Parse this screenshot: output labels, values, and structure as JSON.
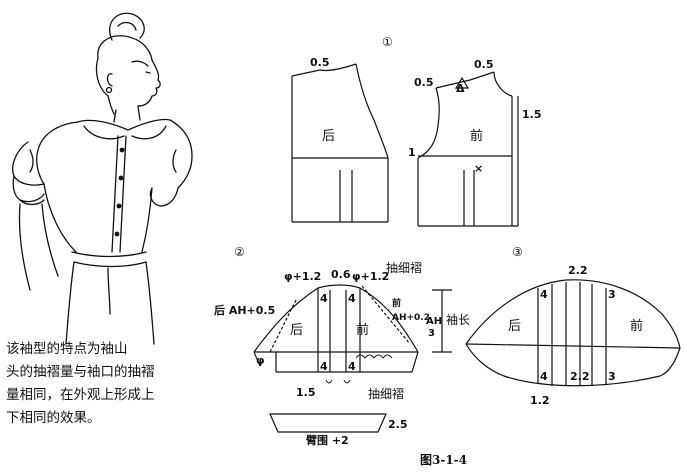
{
  "description_lines": [
    "该袖型的特点为袖山",
    "头的抽褶量与袖口的抽褶",
    "量相同，在外观上形成上",
    "下相同的效果。"
  ],
  "figure_caption": "图3-1-4",
  "panel1": {
    "marker": "①",
    "back_label": "后",
    "front_label": "前",
    "back_shoulder_offset": "0.5",
    "front_neck_offset": "0.5",
    "front_shoulder_offset": "0.5",
    "triangle_mark": "Δ",
    "center_front_ext": "1.5",
    "armhole_mark": "1",
    "point_mark": "×"
  },
  "panel2": {
    "marker": "②",
    "back_label": "后",
    "front_label": "前",
    "back_ah": "后 AH+0.5",
    "front_label_small": "前",
    "front_ah": "AH+0.2",
    "ah_label": "AH",
    "ah_fraction": "3",
    "sleeve_length": "袖长",
    "cap_left": "φ+1.2",
    "cap_mid": "0.6",
    "cap_right": "φ+1.2",
    "gather_top": "抽细褶",
    "gather_bottom": "抽细褶",
    "mark_4_tl": "4",
    "mark_4_tr": "4",
    "mark_4_bl": "4",
    "mark_4_br": "4",
    "hem_offset": "1.5",
    "phi_mark": "φ",
    "cuff_label": "臂围 +2",
    "cuff_height": "2.5"
  },
  "panel3": {
    "marker": "③",
    "back_label": "后",
    "front_label": "前",
    "top_22": "2.2",
    "mark_4_top": "4",
    "mark_3_top": "3",
    "mark_4_bottom": "4",
    "mark_22_bottom": "2.2",
    "mark_3_bottom": "3",
    "bottom_12": "1.2"
  }
}
